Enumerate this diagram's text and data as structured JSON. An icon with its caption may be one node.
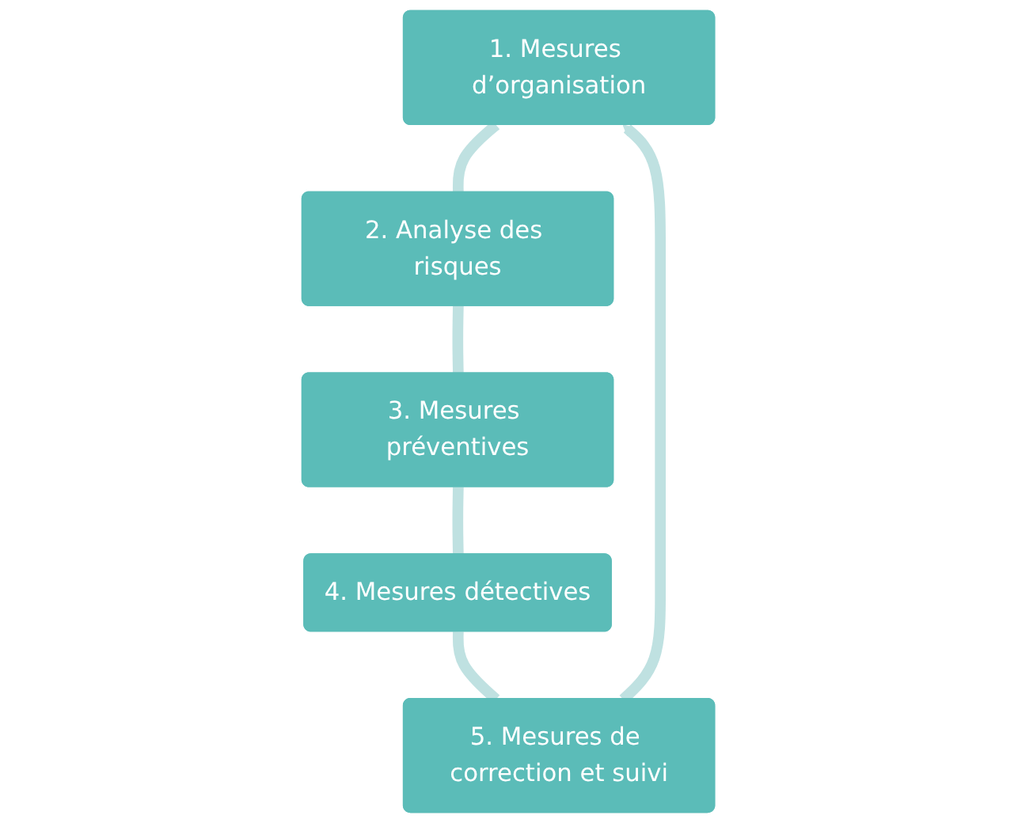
{
  "diagram": {
    "nodes": [
      {
        "text": [
          "1. Mesures d’organisation"
        ]
      },
      {
        "text": [
          "2. Analyse des risques"
        ]
      },
      {
        "text": [
          "3. Mesures préventives"
        ]
      },
      {
        "text": [
          "4. Mesures détectives"
        ]
      },
      {
        "text": [
          "5. Mesures de correction et suivi"
        ]
      }
    ],
    "edges": [
      {
        "from": 0,
        "to": 1,
        "arrow": "none"
      },
      {
        "from": 1,
        "to": 2,
        "arrow": "none"
      },
      {
        "from": 2,
        "to": 3,
        "arrow": "none"
      },
      {
        "from": 3,
        "to": 4,
        "arrow": "none"
      },
      {
        "from": 4,
        "to": 0,
        "arrow": "to"
      }
    ]
  }
}
